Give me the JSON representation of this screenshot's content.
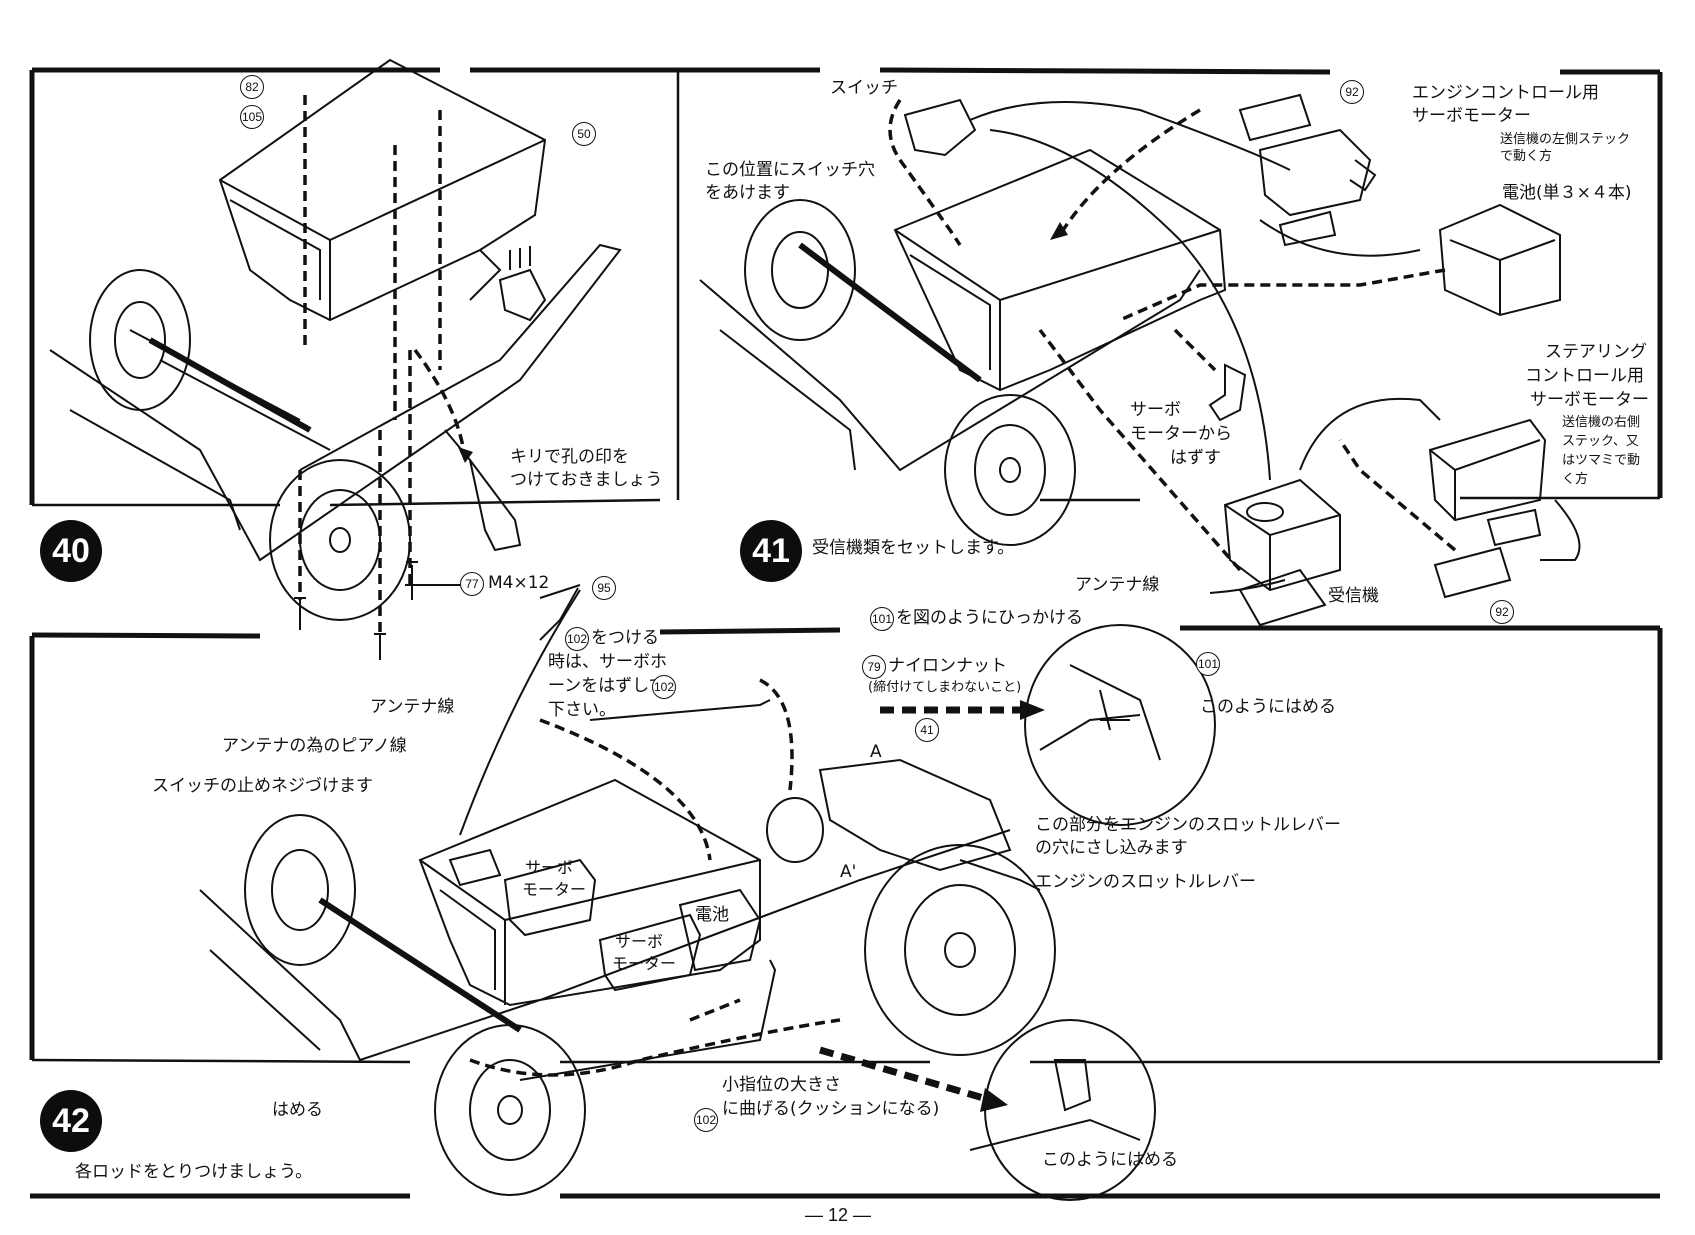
{
  "steps": {
    "s40": {
      "number": "40"
    },
    "s41": {
      "number": "41",
      "caption": "受信機類をセットします。"
    },
    "s42": {
      "number": "42",
      "caption": "各ロッドをとりつけましょう。"
    }
  },
  "panel40": {
    "labels": {
      "mark_holes": "キリで孔の印を",
      "mark_holes2": "つけておきましょう",
      "screw": "M4×12"
    },
    "parts": {
      "p82": "82",
      "p105": "105",
      "p50": "50",
      "p77": "77",
      "p95": "95"
    }
  },
  "panel41": {
    "labels": {
      "switch": "スイッチ",
      "switch_hole": "この位置にスイッチ穴",
      "switch_hole2": "をあけます",
      "engine_servo": "エンジンコントロール用",
      "engine_servo2": "サーボモーター",
      "engine_servo_note": "送信機の左側ステック",
      "engine_servo_note2": "で動く方",
      "battery": "電池(単３×４本)",
      "steering_servo": "ステアリング",
      "steering_servo2": "コントロール用",
      "steering_servo3": "サーボモーター",
      "steering_note": "送信機の右側",
      "steering_note2": "ステック、又",
      "steering_note3": "はツマミで動",
      "steering_note4": "く方",
      "remove_horn": "サーボ",
      "remove_horn2": "モーターから",
      "remove_horn3": "はずす",
      "antenna": "アンテナ線",
      "receiver": "受信機"
    },
    "parts": {
      "p92a": "92",
      "p92b": "92"
    }
  },
  "panel42": {
    "labels": {
      "note_102": "をつける",
      "note_102b": "時は、サーボホ",
      "note_102c": "ーンをはずして",
      "note_102d": "下さい。",
      "hook_101": "を図のようにひっかける",
      "nylon_nut": "ナイロンナット",
      "nylon_note": "(締付けてしまわないこと)",
      "fit_like_this": "このようにはめる",
      "fit_like_this2": "このようにはめる",
      "antenna": "アンテナ線",
      "piano_wire": "アンテナの為のピアノ線",
      "switch_screw": "スイッチの止めネジづけます",
      "insert_lever": "この部分をエンジンのスロットルレバー",
      "insert_lever2": "の穴にさし込みます",
      "throttle": "エンジンのスロットルレバー",
      "servo_a": "サーボ",
      "servo_a2": "モーター",
      "servo_b": "サーボ",
      "servo_b2": "モーター",
      "battery": "電池",
      "hameru": "はめる",
      "bend": "小指位の大きさ",
      "bend2": "に曲げる(クッションになる)",
      "point_a": "A",
      "point_a2": "A'"
    },
    "parts": {
      "p102a": "102",
      "p102b": "102",
      "p102c": "102",
      "p101a": "101",
      "p101b": "101",
      "p79": "79",
      "p41": "41"
    }
  },
  "page_number": "— 12 —"
}
